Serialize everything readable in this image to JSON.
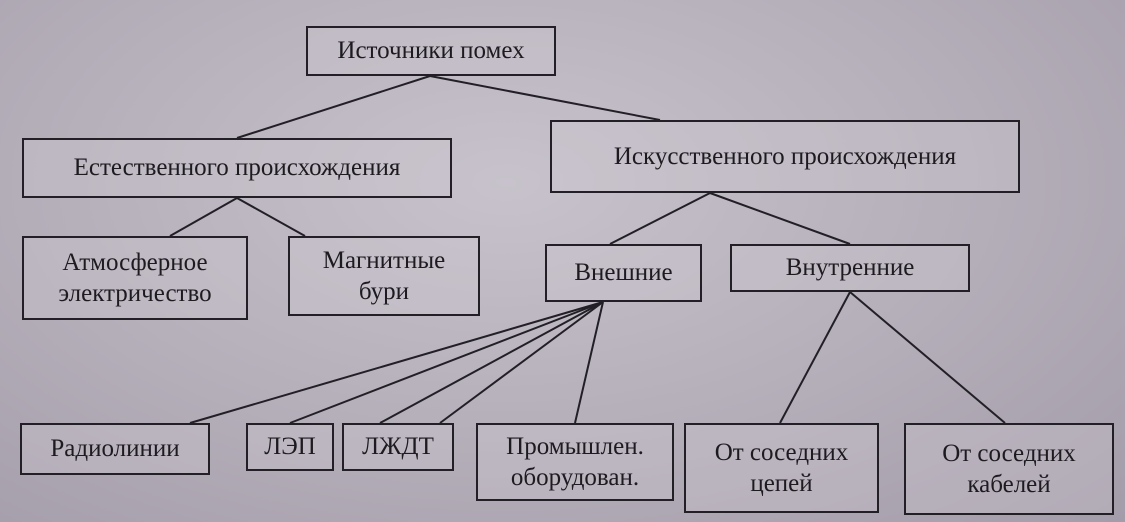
{
  "diagram": {
    "root": {
      "label": "Источники помех"
    },
    "natural": {
      "label": "Естественного происхождения"
    },
    "artificial": {
      "label": "Искусственного происхождения"
    },
    "atmospheric": {
      "label": "Атмосферное\nэлектричество"
    },
    "magnetic": {
      "label": "Магнитные\nбури"
    },
    "external": {
      "label": "Внешние"
    },
    "internal": {
      "label": "Внутренние"
    },
    "radio": {
      "label": "Радиолинии"
    },
    "lep": {
      "label": "ЛЭП"
    },
    "lzhdt": {
      "label": "ЛЖДТ"
    },
    "industrial": {
      "label": "Промышлен.\nоборудован."
    },
    "adjacent_circuits": {
      "label": "От соседних\nцепей"
    },
    "adjacent_cables": {
      "label": "От соседних\nкабелей"
    }
  }
}
